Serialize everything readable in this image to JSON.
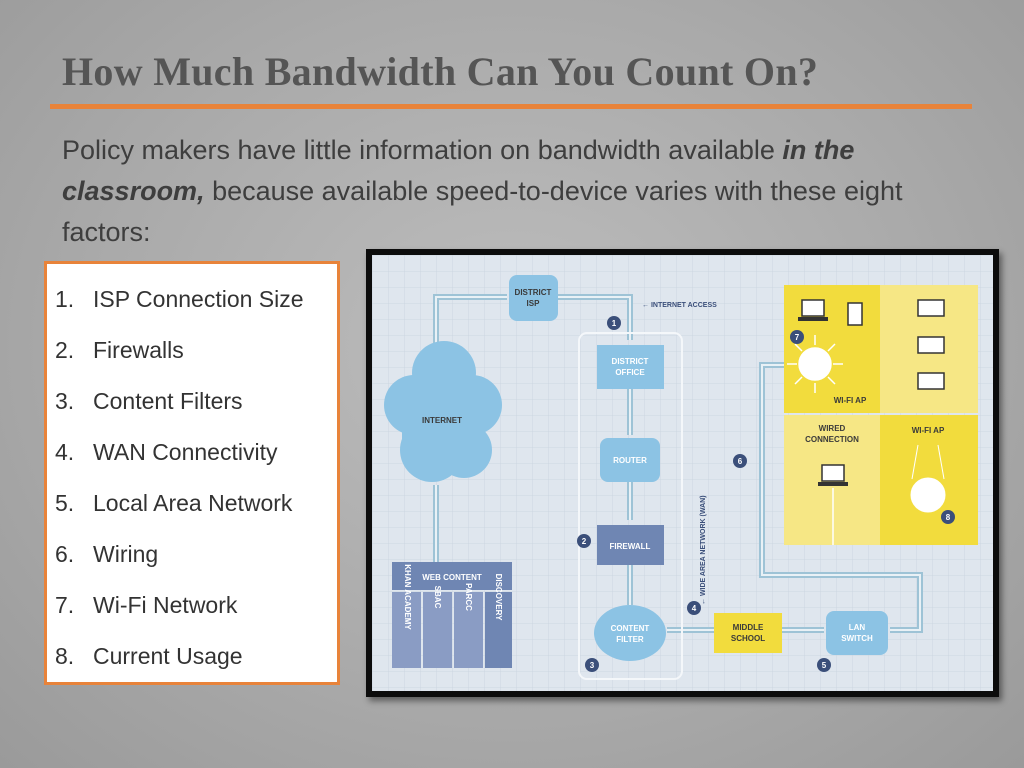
{
  "slide": {
    "title": "How Much Bandwidth Can You Count On?",
    "intro_before": "Policy makers have little information on bandwidth available ",
    "intro_emphasis": "in the classroom,",
    "intro_after": " because available speed-to-device varies with these eight factors:"
  },
  "factors": [
    {
      "num": "1.",
      "label": "ISP Connection Size"
    },
    {
      "num": "2.",
      "label": "Firewalls"
    },
    {
      "num": "3.",
      "label": "Content Filters"
    },
    {
      "num": "4.",
      "label": "WAN Connectivity"
    },
    {
      "num": "5.",
      "label": "Local Area Network"
    },
    {
      "num": "6.",
      "label": "Wiring"
    },
    {
      "num": "7.",
      "label": "Wi-Fi Network"
    },
    {
      "num": "8.",
      "label": "Current Usage"
    }
  ],
  "diagram": {
    "internet": "INTERNET",
    "district_isp_1": "DISTRICT",
    "district_isp_2": "ISP",
    "internet_access": "← INTERNET ACCESS",
    "district_office_1": "DISTRICT",
    "district_office_2": "OFFICE",
    "router": "ROUTER",
    "firewall": "FIREWALL",
    "content_filter_1": "CONTENT",
    "content_filter_2": "FILTER",
    "wan_label": "← WIDE AREA NETWORK (WAN)",
    "middle_school_1": "MIDDLE",
    "middle_school_2": "SCHOOL",
    "lan_switch_1": "LAN",
    "lan_switch_2": "SWITCH",
    "web_content": "WEB CONTENT",
    "web_items": [
      "KHAN ACADEMY",
      "SBAC",
      "PARCC",
      "DISCOVERY"
    ],
    "wifi_ap_1": "WI-FI AP",
    "wifi_ap_2": "WI-FI AP",
    "wired_1": "WIRED",
    "wired_2": "CONNECTION",
    "badges": [
      "1",
      "2",
      "3",
      "4",
      "5",
      "6",
      "7",
      "8"
    ]
  },
  "colors": {
    "accent": "#e8833a",
    "diagram_bg": "#dfe6ee",
    "node_blue": "#8cc3e4",
    "node_dark": "#6f86b3",
    "yellow": "#f2dc3d",
    "badge": "#3b4f7a"
  }
}
